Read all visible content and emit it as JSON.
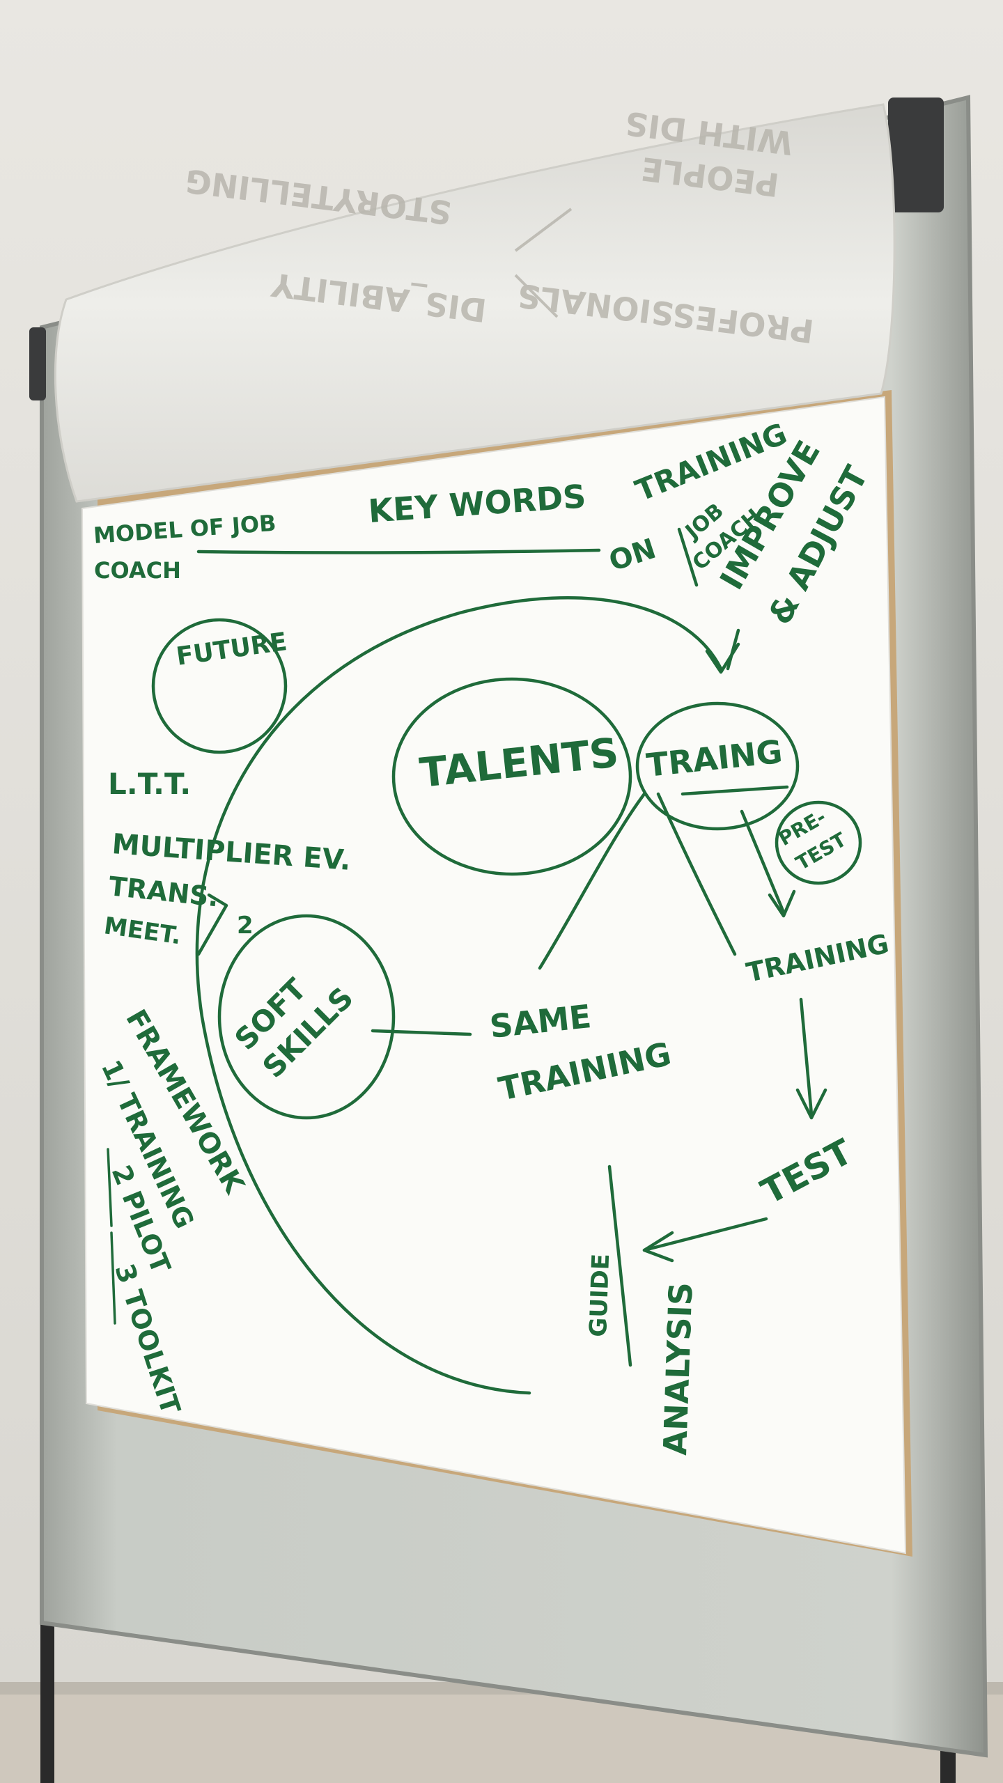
{
  "colors": {
    "wall": "#e4e2dc",
    "board": "#c9ccc6",
    "paper": "#fbfbf8",
    "cardboard": "#c7a77a",
    "marker_green": "#1f6b3a",
    "bleed_through": "#b7b5ad"
  },
  "flipped_page": {
    "lines": [
      "DIS_ABILITY",
      "STORYTELLING",
      "WITH DIS",
      "PEOPLE",
      "PROFESSIONALS"
    ]
  },
  "header": {
    "model_line1": "MODEL OF JOB",
    "model_line2": "COACH",
    "keywords": "KEY WORDS",
    "training": "TRAINING",
    "on": "ON",
    "job": "JOB",
    "coach": "COACH",
    "improve": "IMPROVE",
    "adjust": "& ADJUST"
  },
  "circles": {
    "future": "FUTURE",
    "talents": "TALENTS",
    "traing": "TRAING",
    "pretest_1": "PRE-",
    "pretest_2": "TEST",
    "soft_1": "SOFT",
    "soft_2": "SKILLS"
  },
  "left_notes": {
    "ltt": "L.T.T.",
    "multiplier": "MULTIPLIER EV.",
    "trans": "TRANS.",
    "meet": "MEET.",
    "num2": "2",
    "framework": "FRAMEWORK",
    "training": "1/ TRAINING",
    "pilot": "2 PILOT",
    "toolkit": "3 TOOLKIT"
  },
  "flow": {
    "training": "TRAINING",
    "same1": "SAME",
    "same2": "TRAINING",
    "test": "TEST",
    "guide": "GUIDE",
    "analysis": "ANALYSIS"
  }
}
